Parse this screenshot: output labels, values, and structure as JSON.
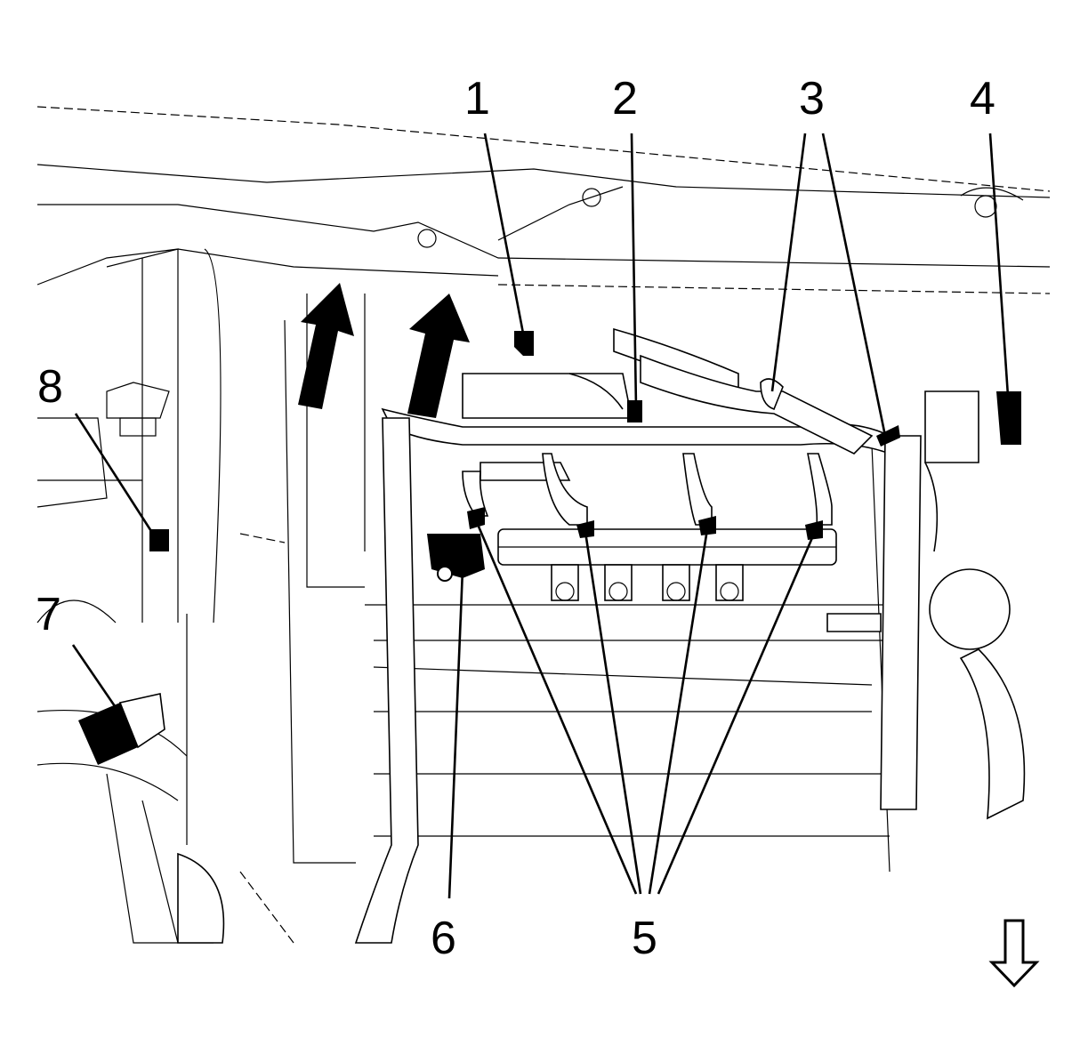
{
  "callouts": [
    {
      "id": "1",
      "label": "1"
    },
    {
      "id": "2",
      "label": "2"
    },
    {
      "id": "3",
      "label": "3"
    },
    {
      "id": "4",
      "label": "4"
    },
    {
      "id": "5",
      "label": "5"
    },
    {
      "id": "6",
      "label": "6"
    },
    {
      "id": "7",
      "label": "7"
    },
    {
      "id": "8",
      "label": "8"
    }
  ],
  "colors": {
    "line": "#000000",
    "background": "#ffffff"
  },
  "icons": [
    "up-arrow-icon",
    "down-arrow-icon"
  ]
}
